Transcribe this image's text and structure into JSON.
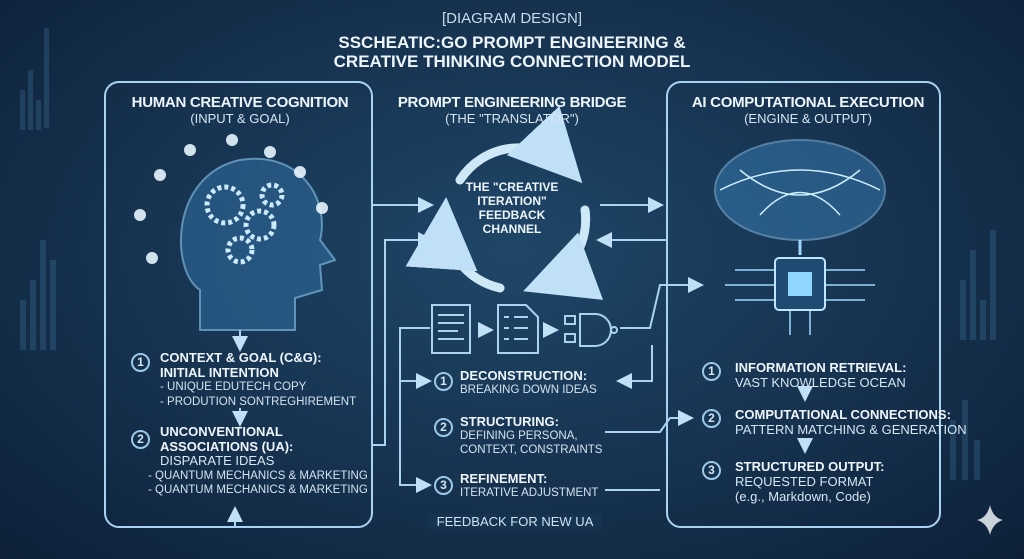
{
  "header": {
    "tag": "[DIAGRAM DESIGN]",
    "title_line1": "SSCHEATIC:GO PROMPT ENGINEERING &",
    "title_line2": "CREATIVE THINKING CONNECTION MODEL"
  },
  "left": {
    "title": "HUMAN CREATIVE COGNITION",
    "subtitle": "(INPUT & GOAL)",
    "items": [
      {
        "num": "1",
        "title1": "CONTEXT & GOAL (C&G):",
        "title2": "INITIAL INTENTION",
        "bullets": [
          "- UNIQUE EDUTECH COPY",
          "- PRODUTION SONTREGHIREMENT"
        ]
      },
      {
        "num": "2",
        "title1": "UNCONVENTIONAL",
        "title2": "ASSOCIATIONS (UA):",
        "sub": "DISPARATE IDEAS",
        "bullets": [
          "- QUANTUM MECHANICS & MARKETING",
          "- QUANTUM MECHANICS & MARKETING"
        ]
      }
    ]
  },
  "middle": {
    "title": "PROMPT ENGINEERING BRIDGE",
    "subtitle": "(THE \"TRANSLATOR\")",
    "cycle": [
      "THE \"CREATIVE",
      "ITERATION\"",
      "FEEDBACK",
      "CHANNEL"
    ],
    "items": [
      {
        "num": "1",
        "title": "DECONSTRUCTION:",
        "lines": [
          "BREAKING DOWN IDEAS"
        ]
      },
      {
        "num": "2",
        "title": "STRUCTURING:",
        "lines": [
          "DEFINING PERSONA,",
          "CONTEXT, CONSTRAINTS"
        ]
      },
      {
        "num": "3",
        "title": "REFINEMENT:",
        "lines": [
          "ITERATIVE ADJUSTMENT"
        ]
      }
    ]
  },
  "right": {
    "title": "AI COMPUTATIONAL EXECUTION",
    "subtitle": "(ENGINE & OUTPUT)",
    "items": [
      {
        "num": "1",
        "title": "INFORMATION RETRIEVAL:",
        "lines": [
          "VAST KNOWLEDGE OCEAN"
        ]
      },
      {
        "num": "2",
        "title": "COMPUTATIONAL CONNECTIONS:",
        "lines": [
          "PATTERN MATCHING & GENERATION"
        ]
      },
      {
        "num": "3",
        "title": "STRUCTURED OUTPUT:",
        "lines": [
          "REQUESTED FORMAT",
          "(e.g., Markdown, Code)"
        ]
      }
    ]
  },
  "footer": {
    "feedback": "FEEDBACK FOR NEW UA"
  },
  "colors": {
    "line": "#a9d3f0",
    "accent": "#5fb8f0"
  }
}
